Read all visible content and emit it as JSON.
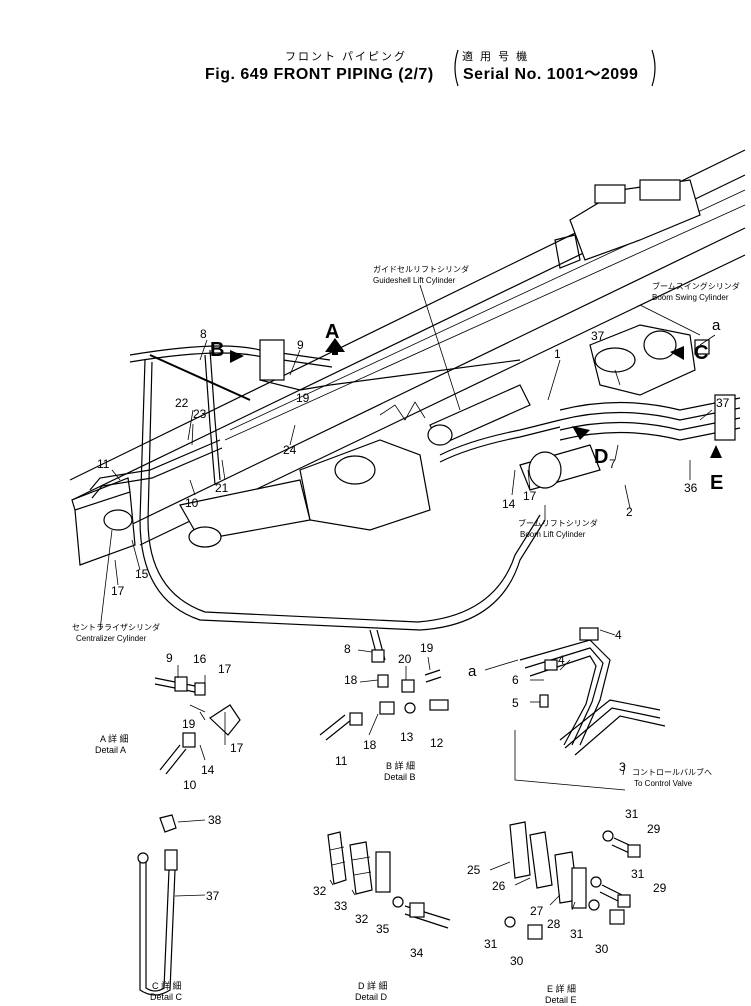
{
  "header": {
    "title_jp": "フロント パイピング",
    "title": "Fig. 649 FRONT PIPING (2/7)",
    "serial_jp": "適 用 号 機",
    "serial": "Serial No. 1001～2099"
  },
  "components": {
    "guideshell_jp": "ガイドセルリフトシリンダ",
    "guideshell": "Guideshell Lift Cylinder",
    "boom_swing_jp": "ブームスイングシリンダ",
    "boom_swing": "Boom Swing Cylinder",
    "boom_lift_jp": "ブームリフトシリンダ",
    "boom_lift": "Boom Lift Cylinder",
    "centralizer_jp": "セントラライザシリンダ",
    "centralizer": "Centralizer Cylinder",
    "control_valve_jp": "コントロールバルブへ",
    "control_valve": "To Control Valve"
  },
  "views": {
    "A": "A",
    "B": "B",
    "C": "C",
    "D": "D",
    "E": "E",
    "a1": "a",
    "a2": "a"
  },
  "details": {
    "a_jp": "A 詳 細",
    "a": "Detail A",
    "b_jp": "B 詳 細",
    "b": "Detail B",
    "c_jp": "C 詳 細",
    "c": "Detail C",
    "d_jp": "D 詳 細",
    "d": "Detail D",
    "e_jp": "E 詳 細",
    "e": "Detail E"
  },
  "parts": {
    "main": [
      "8",
      "9",
      "19",
      "22",
      "23",
      "24",
      "21",
      "10",
      "11",
      "15",
      "17",
      "1",
      "37",
      "37",
      "7",
      "36",
      "2",
      "14",
      "17"
    ],
    "detail_a": [
      "9",
      "16",
      "17",
      "19",
      "17",
      "14",
      "10"
    ],
    "detail_b": [
      "8",
      "19",
      "20",
      "18",
      "18",
      "13",
      "12",
      "11"
    ],
    "detail_right": [
      "4",
      "4",
      "6",
      "5",
      "3"
    ],
    "detail_c": [
      "38",
      "37"
    ],
    "detail_d": [
      "32",
      "33",
      "32",
      "35",
      "34"
    ],
    "detail_e": [
      "31",
      "29",
      "25",
      "26",
      "31",
      "29",
      "27",
      "28",
      "31",
      "31",
      "30",
      "30"
    ]
  }
}
